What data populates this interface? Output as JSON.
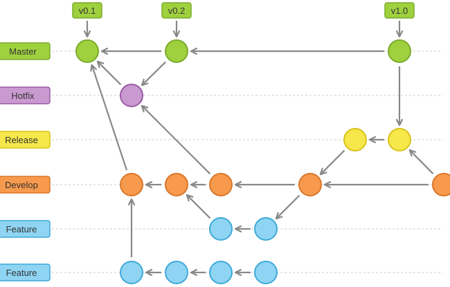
{
  "lanes": [
    {
      "label": "Master",
      "fill": "#9fd13f",
      "stroke": "#7aaa2a"
    },
    {
      "label": "Hotfix",
      "fill": "#c99ad0",
      "stroke": "#9a5aa6"
    },
    {
      "label": "Release",
      "fill": "#f6e84a",
      "stroke": "#d9c21b"
    },
    {
      "label": "Develop",
      "fill": "#f79a4d",
      "stroke": "#d9762a"
    },
    {
      "label": "Feature",
      "fill": "#8fd5f3",
      "stroke": "#3ea9d8"
    },
    {
      "label": "Feature",
      "fill": "#8fd5f3",
      "stroke": "#3ea9d8"
    }
  ],
  "tags": [
    {
      "label": "v0.1",
      "commit": "m1"
    },
    {
      "label": "v0.2",
      "commit": "m2"
    },
    {
      "label": "v1.0",
      "commit": "m3"
    }
  ],
  "colors": {
    "arrow": "#888888",
    "guide_line": "#cccccc",
    "tag_fill": "#9fd13f",
    "tag_stroke": "#7aaa2a",
    "tag_text": "#333333",
    "lane_text": "#333333"
  },
  "commits": [
    {
      "id": "m1",
      "lane": 0
    },
    {
      "id": "m2",
      "lane": 0
    },
    {
      "id": "m3",
      "lane": 0
    },
    {
      "id": "h1",
      "lane": 1
    },
    {
      "id": "r1",
      "lane": 2
    },
    {
      "id": "r2",
      "lane": 2
    },
    {
      "id": "d1",
      "lane": 3
    },
    {
      "id": "d2",
      "lane": 3
    },
    {
      "id": "d3",
      "lane": 3
    },
    {
      "id": "d4",
      "lane": 3
    },
    {
      "id": "d5",
      "lane": 3
    },
    {
      "id": "f1a",
      "lane": 4
    },
    {
      "id": "f1b",
      "lane": 4
    },
    {
      "id": "f2a",
      "lane": 5
    },
    {
      "id": "f2b",
      "lane": 5
    },
    {
      "id": "f2c",
      "lane": 5
    },
    {
      "id": "f2d",
      "lane": 5
    }
  ],
  "edges": [
    [
      "m3",
      "m2"
    ],
    [
      "m2",
      "m1"
    ],
    [
      "h1",
      "m1"
    ],
    [
      "m2",
      "h1"
    ],
    [
      "m3",
      "r2"
    ],
    [
      "r2",
      "r1"
    ],
    [
      "d5",
      "r2"
    ],
    [
      "r1",
      "d4"
    ],
    [
      "d5",
      "d4"
    ],
    [
      "d4",
      "d3"
    ],
    [
      "d3",
      "d2"
    ],
    [
      "d2",
      "d1"
    ],
    [
      "d3",
      "h1"
    ],
    [
      "d1",
      "m1"
    ],
    [
      "d4",
      "f1b"
    ],
    [
      "f1b",
      "f1a"
    ],
    [
      "f1a",
      "d2"
    ],
    [
      "f2d",
      "f2c"
    ],
    [
      "f2c",
      "f2b"
    ],
    [
      "f2b",
      "f2a"
    ],
    [
      "f2a",
      "d1"
    ]
  ]
}
